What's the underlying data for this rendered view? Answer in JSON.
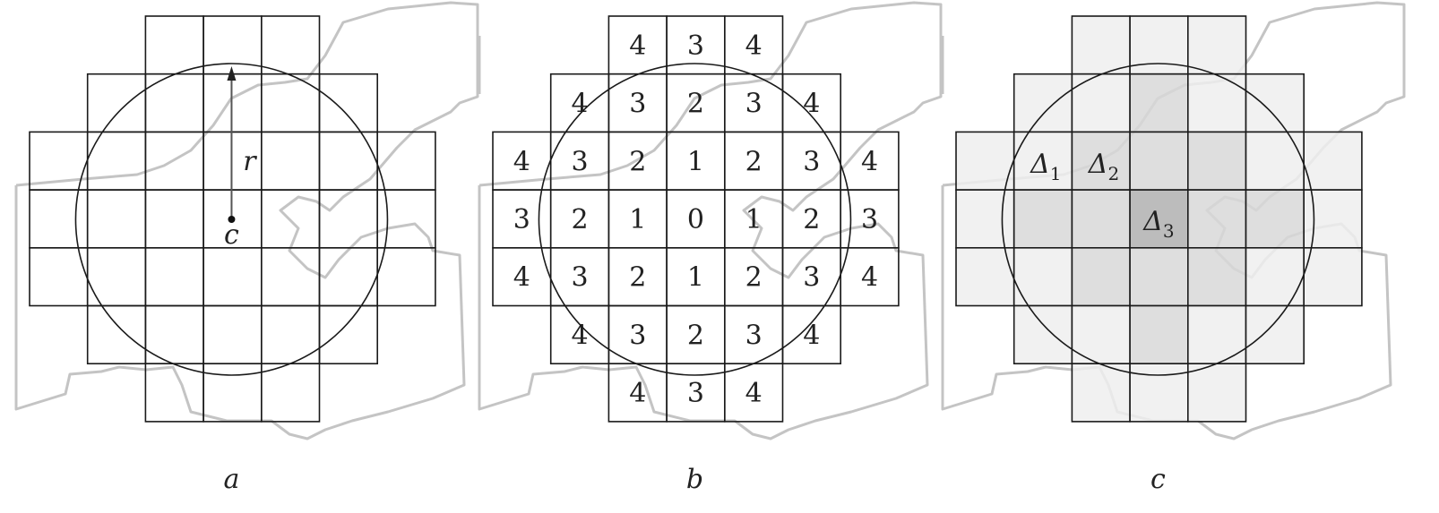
{
  "panels": [
    {
      "id": "a",
      "caption": "a",
      "radius_label": "r",
      "center_label": "c"
    },
    {
      "id": "b",
      "caption": "b"
    },
    {
      "id": "c",
      "caption": "c",
      "delta_symbol": "Δ",
      "delta_labels": [
        "1",
        "2",
        "3"
      ]
    }
  ],
  "grid": {
    "row_spans": [
      [
        2,
        4
      ],
      [
        1,
        5
      ],
      [
        0,
        6
      ],
      [
        0,
        6
      ],
      [
        0,
        6
      ],
      [
        1,
        5
      ],
      [
        2,
        4
      ]
    ],
    "distance_values": [
      [
        4,
        3,
        4
      ],
      [
        4,
        3,
        2,
        3,
        4
      ],
      [
        4,
        3,
        2,
        1,
        2,
        3,
        4
      ],
      [
        3,
        2,
        1,
        0,
        1,
        2,
        3
      ],
      [
        4,
        3,
        2,
        1,
        2,
        3,
        4
      ],
      [
        4,
        3,
        2,
        3,
        4
      ],
      [
        4,
        3,
        4
      ]
    ]
  },
  "colors": {
    "line": "#1a1a1a",
    "background_outline": "#c4c4c4",
    "shade_outer": "#efefef",
    "shade_inner": "#d8d8d8",
    "shade_center": "#b0b0b0"
  }
}
